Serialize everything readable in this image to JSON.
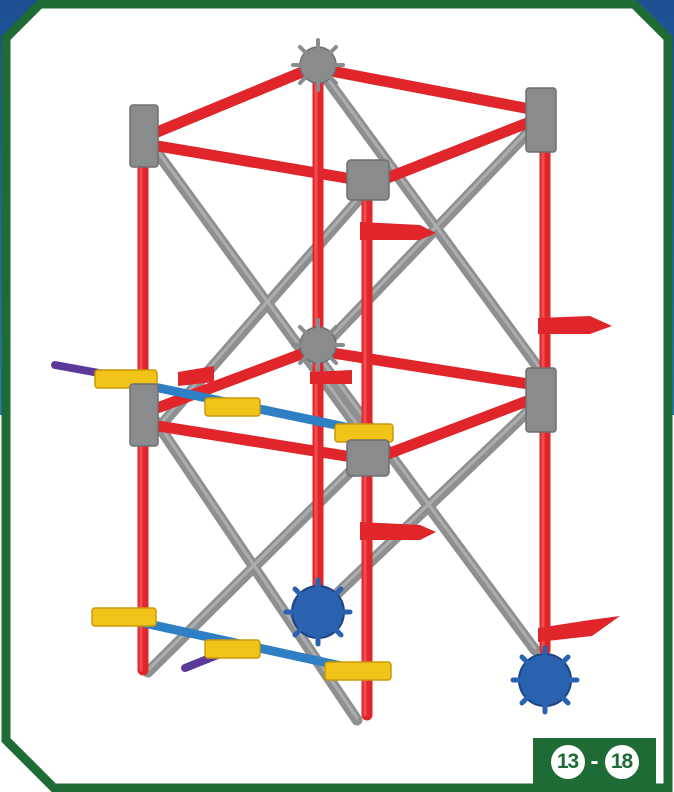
{
  "step_badge": {
    "start": "13",
    "separator": "-",
    "end": "18"
  },
  "colors": {
    "frame_border": "#1e6b35",
    "background_band": "#1c5fa6",
    "red_rod": "#e0262b",
    "gray_rod": "#8e8f91",
    "gray_connector": "#8a8b8d",
    "yellow_connector": "#f2c318",
    "blue_rod": "#2f7fc4",
    "purple_rod": "#5b3a9a",
    "blue_gear": "#2a62b0"
  },
  "icons": [
    "knex-tower-model"
  ]
}
